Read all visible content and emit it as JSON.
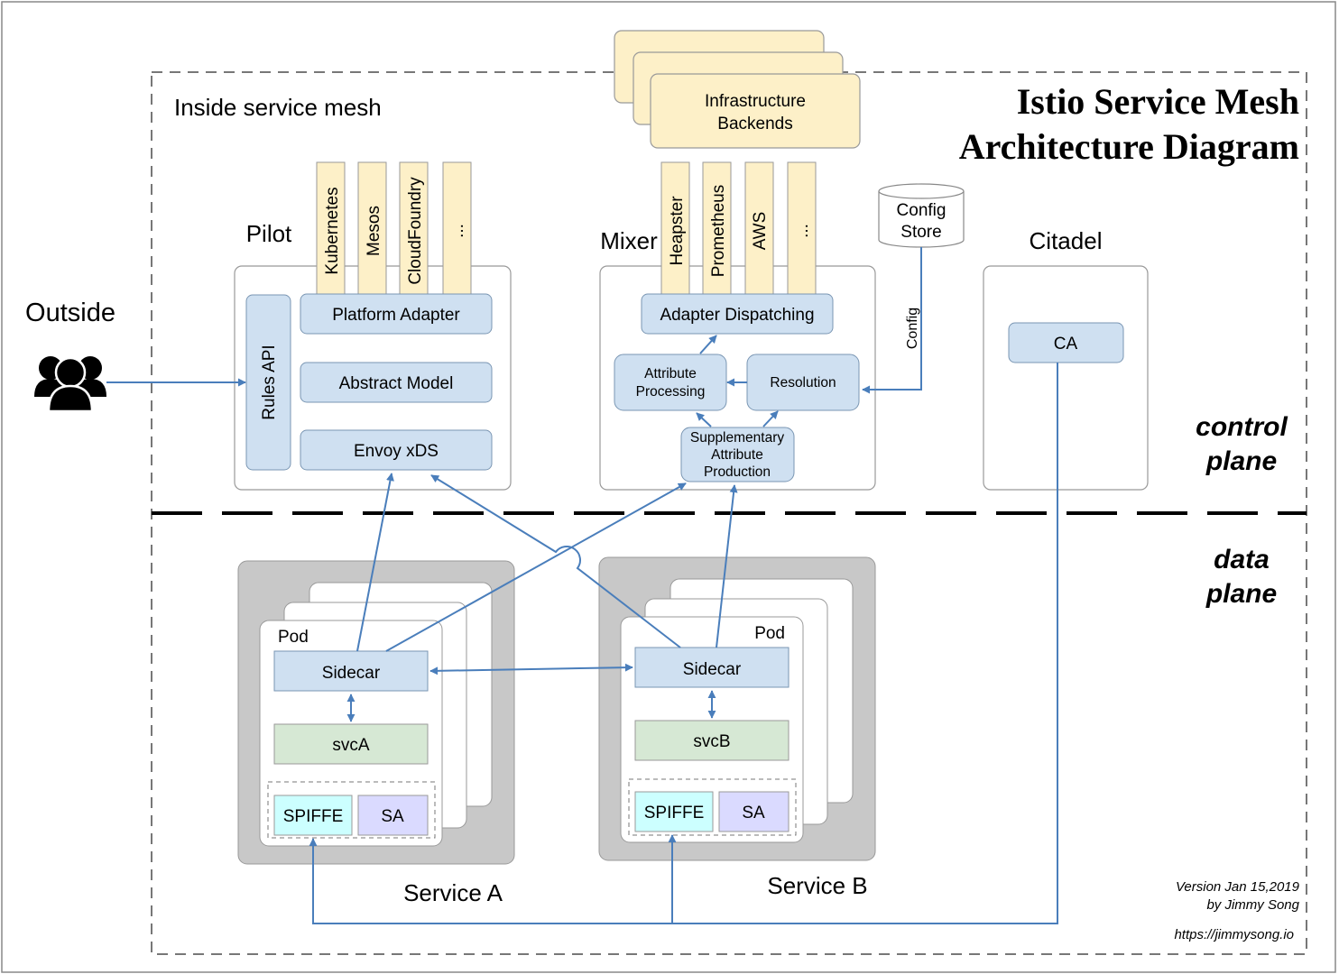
{
  "title": {
    "line1": "Istio Service Mesh",
    "line2": "Architecture Diagram"
  },
  "regions": {
    "inside_label": "Inside service mesh",
    "control_plane": [
      "control",
      "plane"
    ],
    "data_plane": [
      "data",
      "plane"
    ]
  },
  "outside": {
    "label": "Outside",
    "icon": "users-group-icon"
  },
  "backends": {
    "line1": "Infrastructure",
    "line2": "Backends"
  },
  "pilot": {
    "label": "Pilot",
    "platforms": [
      "Kubernetes",
      "Mesos",
      "CloudFoundry",
      "..."
    ],
    "rules_api": "Rules API",
    "platform_adapter": "Platform Adapter",
    "abstract_model": "Abstract Model",
    "envoy_xds": "Envoy xDS"
  },
  "mixer": {
    "label": "Mixer",
    "adapters": [
      "Heapster",
      "Prometheus",
      "AWS",
      "..."
    ],
    "adapter_dispatching": "Adapter Dispatching",
    "attribute_processing": [
      "Attribute",
      "Processing"
    ],
    "resolution": "Resolution",
    "supplementary": [
      "Supplementary",
      "Attribute",
      "Production"
    ]
  },
  "config_store": {
    "line1": "Config",
    "line2": "Store",
    "edge_label": "Config"
  },
  "citadel": {
    "label": "Citadel",
    "ca": "CA"
  },
  "service_a": {
    "label": "Service A",
    "pod": "Pod",
    "sidecar": "Sidecar",
    "svc": "svcA",
    "spiffe": "SPIFFE",
    "sa": "SA"
  },
  "service_b": {
    "label": "Service B",
    "pod": "Pod",
    "sidecar": "Sidecar",
    "svc": "svcB",
    "spiffe": "SPIFFE",
    "sa": "SA"
  },
  "footer": {
    "version": "Version Jan 15,2019",
    "author": "by Jimmy Song",
    "url": "https://jimmysong.io"
  },
  "colors": {
    "component_blue": "#cfe0f1",
    "component_border": "#7a96b3",
    "backend_yellow": "#fdf0c8",
    "svc_green": "#d6e8d4",
    "spiffe_cyan": "#ccffff",
    "sa_lavender": "#dadaff",
    "service_gray": "#c8c8c8",
    "arrow_blue": "#4a7ebb"
  }
}
